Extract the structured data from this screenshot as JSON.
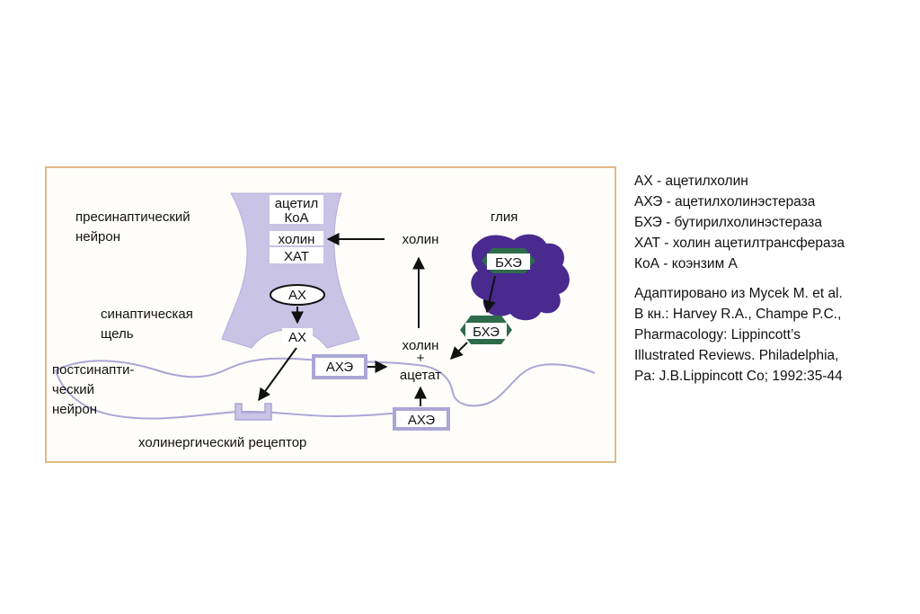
{
  "diagram": {
    "presynaptic_neuron": [
      "пресинаптический",
      "нейрон"
    ],
    "synaptic_cleft": [
      "синаптическая",
      "щель"
    ],
    "postsynaptic_neuron": [
      "постсинапти-",
      "ческий",
      "нейрон"
    ],
    "glia": "глия",
    "cholinergic_receptor": "холинергический рецептор",
    "acetyl": "ацетил",
    "coa": "КоА",
    "choline_inside": "холин",
    "chat": "ХАТ",
    "ach_vesicle": "АХ",
    "ach_released": "АХ",
    "ache_left": "АХЭ",
    "ache_bottom": "АХЭ",
    "bche_glia": "БХЭ",
    "bche_free": "БХЭ",
    "choline_top": "холин",
    "choline_mid": "холин",
    "plus": "+",
    "acetate": "ацетат"
  },
  "legend": [
    "АХ - ацетилхолин",
    "АХЭ - ацетилхолинэстераза",
    "БХЭ - бутирилхолинэстераза",
    "ХАТ - холин ацетилтрансфераза",
    "КоА - коэнзим А"
  ],
  "citation": [
    "Адаптировано из Mycek M. et al.",
    "В кн.: Harvey R.A., Champe P.C.,",
    "Pharmacology: Lippincott’s",
    "Illustrated Reviews. Philadelphia,",
    "Pa: J.B.Lippincott Co; 1992:35-44"
  ],
  "colors": {
    "neuron_fill": "#c9c3e6",
    "glia_fill": "#4a2a8f",
    "enzyme_hex": "#2e6b4a",
    "panel_border": "#e2ba86",
    "membrane_stroke": "#aaa6d6"
  },
  "icons": {
    "arrowhead": "arrowhead-icon"
  }
}
